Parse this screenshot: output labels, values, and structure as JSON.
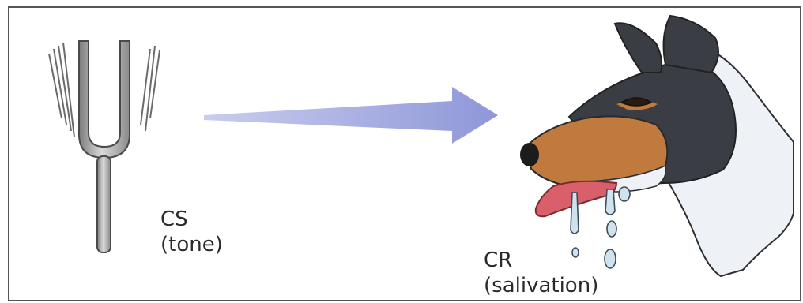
{
  "stimulus": {
    "title": "CS",
    "detail": "(tone)"
  },
  "response": {
    "title": "CR",
    "detail": "(salivation)"
  },
  "colors": {
    "arrow": "#8e97d8",
    "frame": "#555555",
    "fork_metal": "#9a9a9a",
    "dog_fur_dark": "#3a3d44",
    "dog_fur_tan": "#c07a3e",
    "dog_fur_white": "#eef2f6",
    "tongue": "#d9606a",
    "drool": "#cfe3ee"
  },
  "icons": {
    "stimulus_image": "tuning-fork",
    "response_image": "salivating-dog"
  }
}
